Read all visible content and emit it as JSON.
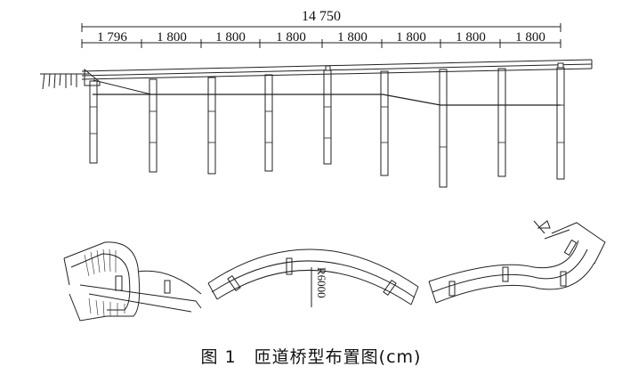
{
  "elevation": {
    "total_span_label": "14 750",
    "span_labels": [
      "1 796",
      "1 800",
      "1 800",
      "1 800",
      "1 800",
      "1 800",
      "1 800",
      "1 800"
    ]
  },
  "plan": {
    "radius_label": "R6000"
  },
  "caption": "图 1　匝道桥型布置图(cm)"
}
